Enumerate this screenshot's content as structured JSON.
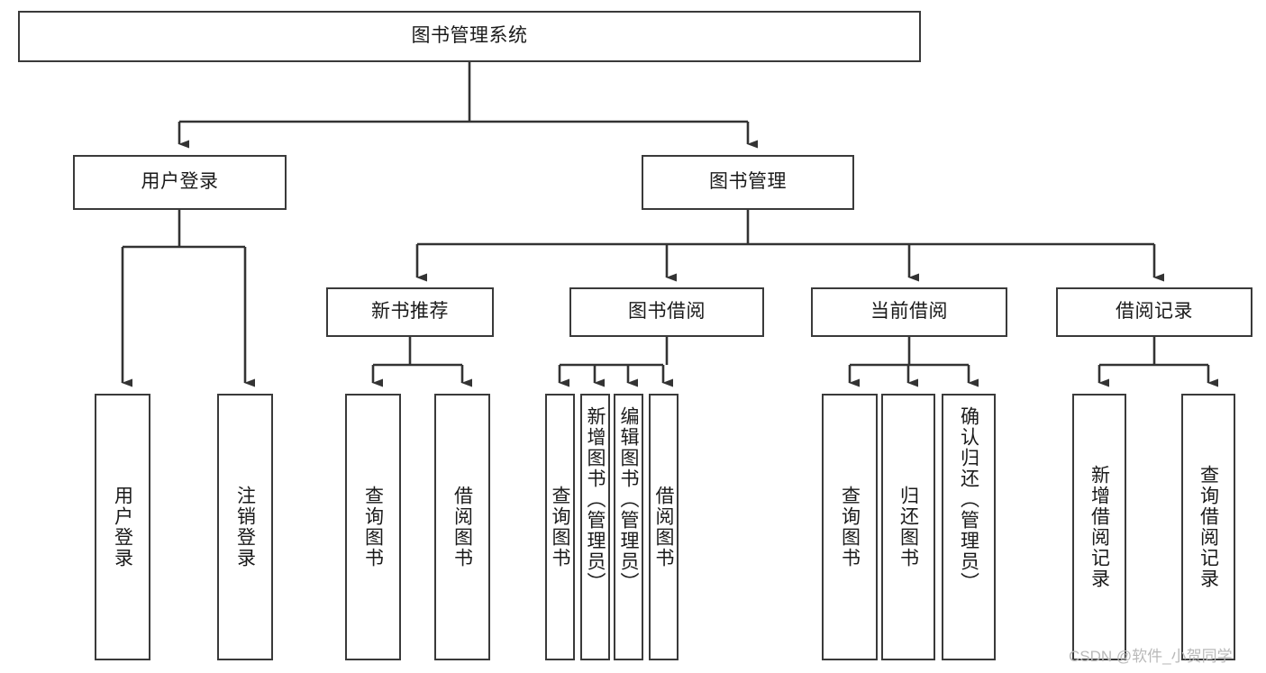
{
  "diagram": {
    "title": "图书管理系统",
    "type": "tree-hierarchy-diagram",
    "root": {
      "label": "图书管理系统"
    },
    "level1": [
      {
        "label": "用户登录"
      },
      {
        "label": "图书管理"
      }
    ],
    "level2": [
      {
        "label": "新书推荐"
      },
      {
        "label": "图书借阅"
      },
      {
        "label": "当前借阅"
      },
      {
        "label": "借阅记录"
      }
    ],
    "leaves": {
      "user_login": [
        {
          "label": "用户登录"
        },
        {
          "label": "注销登录"
        }
      ],
      "new_book_recommend": [
        {
          "label": "查询图书"
        },
        {
          "label": "借阅图书"
        }
      ],
      "book_borrow": [
        {
          "label": "查询图书"
        },
        {
          "label": "新增图书（管理员）"
        },
        {
          "label": "编辑图书（管理员）"
        },
        {
          "label": "借阅图书"
        }
      ],
      "current_borrow": [
        {
          "label": "查询图书"
        },
        {
          "label": "归还图书"
        },
        {
          "label": "确认归还（管理员）"
        }
      ],
      "borrow_record": [
        {
          "label": "新增借阅记录"
        },
        {
          "label": "查询借阅记录"
        }
      ]
    }
  },
  "watermark": {
    "text": "CSDN @软件_小贺同学"
  },
  "colors": {
    "box_border": "#3a3a3a",
    "connector": "#333333",
    "text": "#1a1a1a",
    "background": "#ffffff",
    "watermark": "#b9b9b9"
  }
}
